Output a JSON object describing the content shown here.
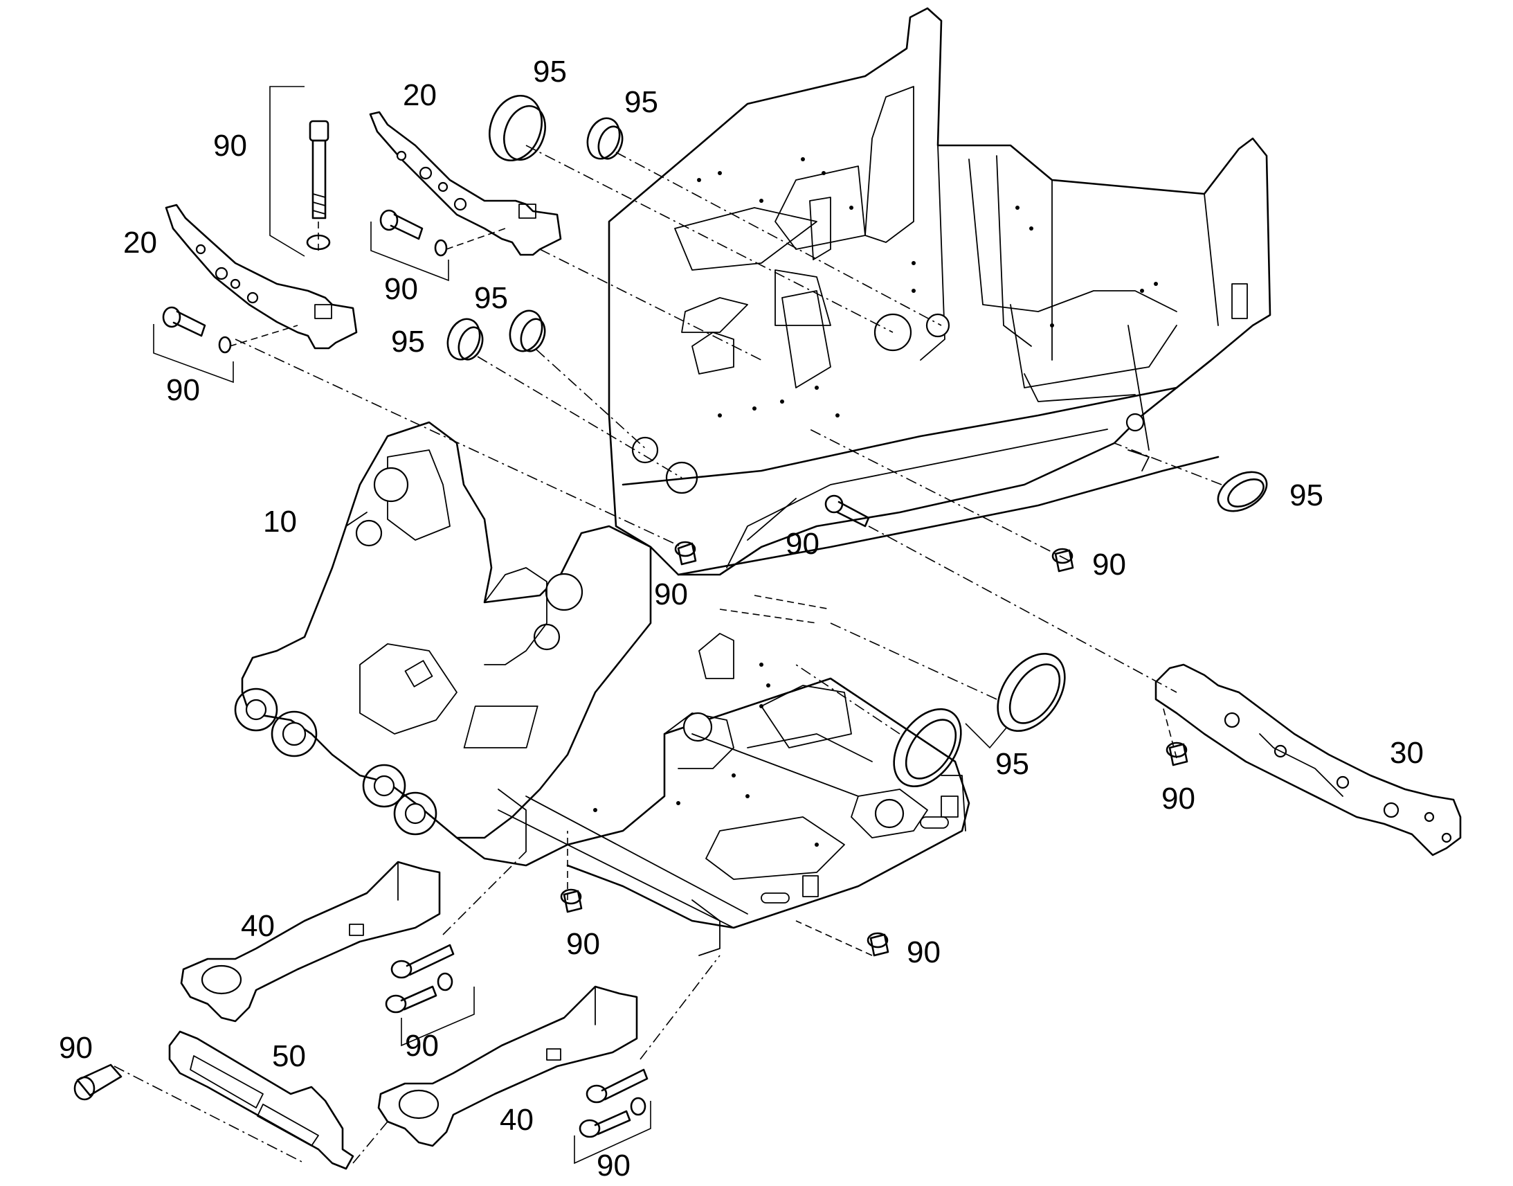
{
  "callouts": {
    "c10": "10",
    "c20a": "20",
    "c20b": "20",
    "c30": "30",
    "c40a": "40",
    "c40b": "40",
    "c50": "50",
    "c90_bolt_top": "90",
    "c90_pin_left": "90",
    "c90_pin_mid": "90",
    "c90_bush_left": "90",
    "c90_bolt_center": "90",
    "c90_bush_right": "90",
    "c90_axle": "90",
    "c90_front_left": "90",
    "c90_front_right": "90",
    "c90_bolts_40a": "90",
    "c90_screw_50": "90",
    "c90_bolts_40b": "90",
    "c95_top_a": "95",
    "c95_top_b": "95",
    "c95_mid_a": "95",
    "c95_mid_b": "95",
    "c95_right": "95",
    "c95_bottom": "95"
  }
}
